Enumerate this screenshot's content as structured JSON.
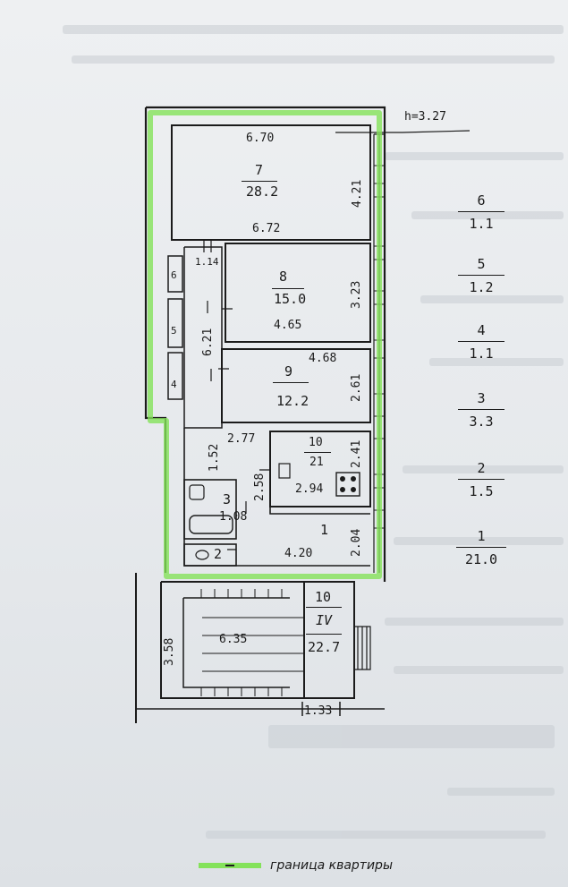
{
  "height_label": "h=3.27",
  "rooms": [
    {
      "id": "7",
      "area": "28.2",
      "dim_top": "6.70",
      "dim_bottom": "6.72",
      "dim_side": "4.21"
    },
    {
      "id": "8",
      "area": "15.0",
      "dim_bottom": "4.65",
      "dim_side": "3.23"
    },
    {
      "id": "9",
      "area": "12.2",
      "dim_top": "4.68",
      "dim_side": "2.61"
    },
    {
      "id": "10",
      "area": "21",
      "dim_bottom": "2.94",
      "dim_side": "2.41",
      "dim_left": "2.58",
      "dim_top": "2.77"
    },
    {
      "id": "1",
      "dim_bottom": "4.20",
      "dim_side": "2.04"
    },
    {
      "id": "3",
      "dim": "1.08"
    },
    {
      "id": "2"
    },
    {
      "id": "6"
    },
    {
      "id": "5"
    },
    {
      "id": "4"
    }
  ],
  "corridor": {
    "dim_top": "1.14",
    "dim_side": "6.21",
    "dim_bath": "1.52"
  },
  "stair": {
    "number": "10",
    "roman": "IV",
    "area": "22.7",
    "dim_length": "6.35",
    "dim_width": "3.58",
    "dim_door": "1.33"
  },
  "area_table": [
    {
      "room": "6",
      "area": "1.1"
    },
    {
      "room": "5",
      "area": "1.2"
    },
    {
      "room": "4",
      "area": "1.1"
    },
    {
      "room": "3",
      "area": "3.3"
    },
    {
      "room": "2",
      "area": "1.5"
    },
    {
      "room": "1",
      "area": "21.0"
    }
  ],
  "legend": {
    "label": "граница квартиры",
    "color": "#84e25a"
  }
}
